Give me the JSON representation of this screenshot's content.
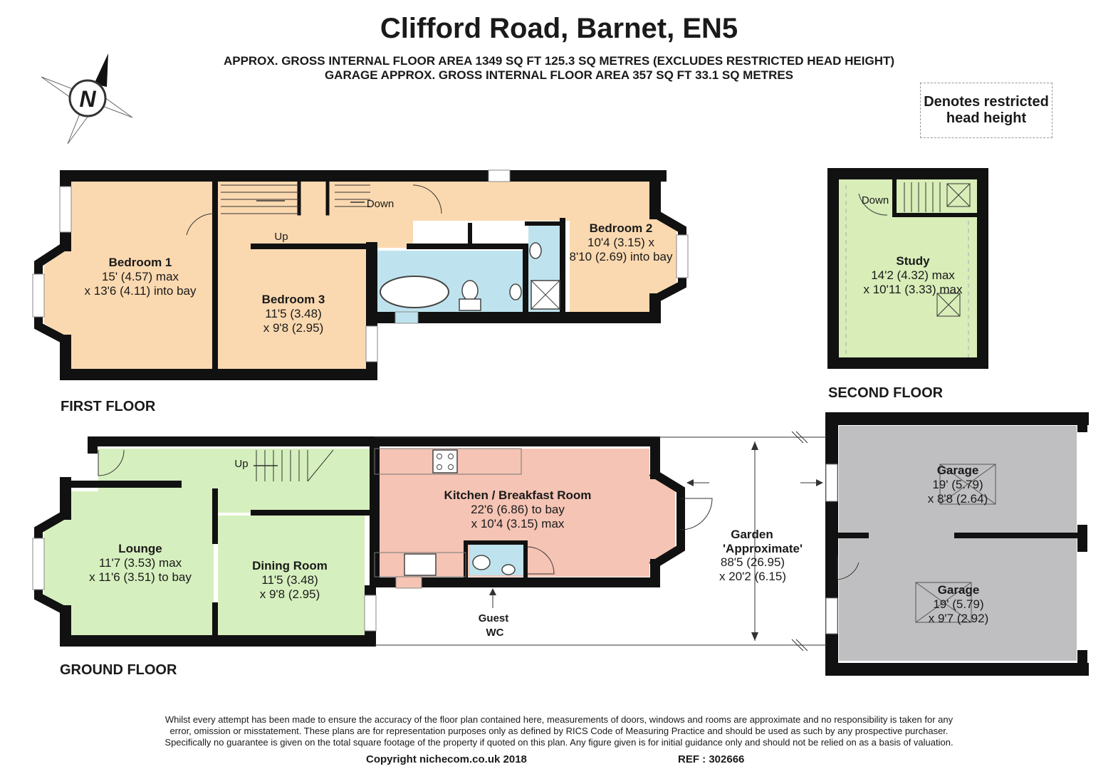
{
  "title": "Clifford Road, Barnet, EN5",
  "area_line1": "APPROX. GROSS INTERNAL FLOOR AREA 1349 SQ FT 125.3 SQ METRES (EXCLUDES RESTRICTED HEAD HEIGHT)",
  "area_line2": "GARAGE APPROX. GROSS INTERNAL FLOOR AREA 357 SQ FT 33.1 SQ METRES",
  "legend": {
    "line1": "Denotes restricted",
    "line2": "head height"
  },
  "compass": {
    "icon": "compass-north-icon",
    "label": "N"
  },
  "floors": {
    "first": "FIRST FLOOR",
    "second": "SECOND FLOOR",
    "ground": "GROUND FLOOR"
  },
  "rooms": {
    "bedroom1": {
      "name": "Bedroom 1",
      "d1": "15' (4.57) max",
      "d2": "x 13'6 (4.11) into bay"
    },
    "bedroom2": {
      "name": "Bedroom 2",
      "d1": "10'4 (3.15) x",
      "d2": "8'10 (2.69) into bay"
    },
    "bedroom3": {
      "name": "Bedroom 3",
      "d1": "11'5 (3.48)",
      "d2": "x 9'8 (2.95)"
    },
    "study": {
      "name": "Study",
      "d1": "14'2 (4.32) max",
      "d2": "x 10'11 (3.33) max"
    },
    "lounge": {
      "name": "Lounge",
      "d1": "11'7 (3.53) max",
      "d2": "x 11'6 (3.51) to bay"
    },
    "dining": {
      "name": "Dining Room",
      "d1": "11'5 (3.48)",
      "d2": "x 9'8 (2.95)"
    },
    "kitchen": {
      "name": "Kitchen / Breakfast Room",
      "d1": "22'6 (6.86) to bay",
      "d2": "x 10'4 (3.15) max"
    },
    "garden": {
      "name": "Garden",
      "name2": "'Approximate'",
      "d1": "88'5 (26.95)",
      "d2": "x 20'2 (6.15)"
    },
    "garage1": {
      "name": "Garage",
      "d1": "19' (5.79)",
      "d2": "x 8'8 (2.64)"
    },
    "garage2": {
      "name": "Garage",
      "d1": "19' (5.79)",
      "d2": "x 9'7 (2.92)"
    },
    "wc": {
      "name": "Guest",
      "name2": "WC"
    }
  },
  "stairs": {
    "up": "Up",
    "down": "Down"
  },
  "colors": {
    "bedroom": "#fbd9b0",
    "bathroom": "#bfe3ee",
    "study": "#d8edb8",
    "ground_living": "#d6efbe",
    "kitchen": "#f5c4b4",
    "garage": "#bfbfc1",
    "wall": "#111111"
  },
  "disclaimer": [
    "Whilst every attempt has been made to ensure the accuracy of the floor plan contained here, measurements of doors, windows and rooms are approximate and no responsibility is taken for any",
    "error, omission or misstatement. These plans are for representation purposes only as defined by RICS Code of Measuring Practice and should be used as such by any prospective purchaser.",
    "Specifically no guarantee is given on the total square footage of the property if quoted on this plan. Any figure given is for initial guidance only and should not be relied on as a basis of valuation."
  ],
  "copyright": "Copyright nichecom.co.uk 2018",
  "ref": "REF : 302666"
}
